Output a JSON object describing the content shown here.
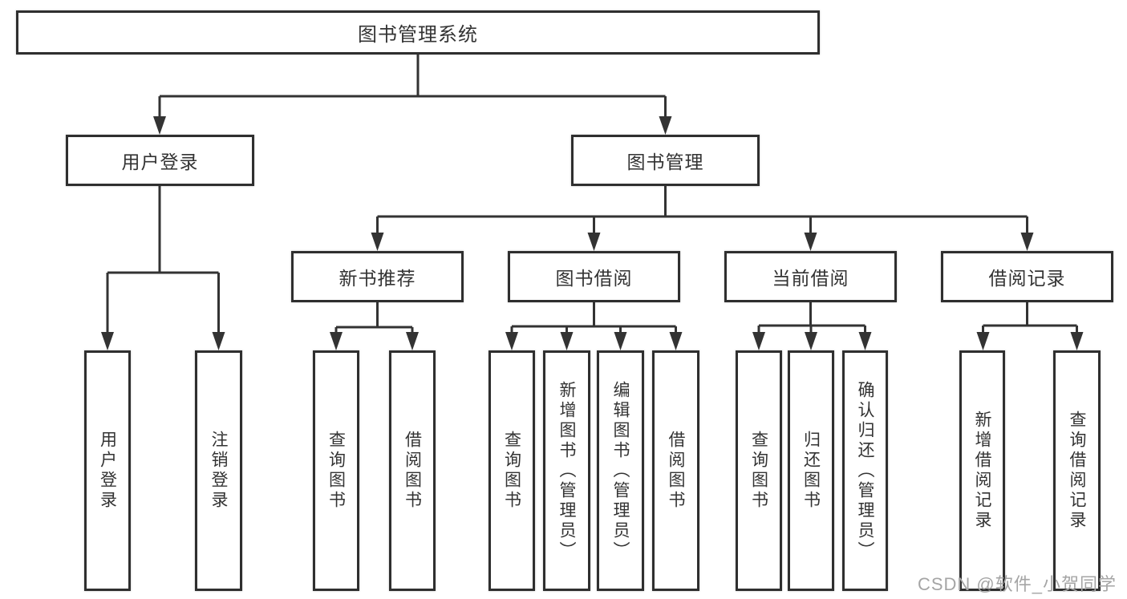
{
  "title": "图书管理系统",
  "watermark": "CSDN @软件_小贺同学",
  "colors": {
    "line": "#333333",
    "box_border": "#2f2f2f",
    "text": "#333333",
    "watermark": "#a5a5a5",
    "background": "#ffffff"
  },
  "nodes": {
    "root": {
      "label": "图书管理系统"
    },
    "level2": [
      {
        "label": "用户登录"
      },
      {
        "label": "图书管理"
      }
    ],
    "level3": [
      {
        "label": "新书推荐",
        "parent": "图书管理"
      },
      {
        "label": "图书借阅",
        "parent": "图书管理"
      },
      {
        "label": "当前借阅",
        "parent": "图书管理"
      },
      {
        "label": "借阅记录",
        "parent": "图书管理"
      }
    ],
    "leaves": [
      {
        "label": "用户登录",
        "parent": "用户登录"
      },
      {
        "label": "注销登录",
        "parent": "用户登录"
      },
      {
        "label": "查询图书",
        "parent": "新书推荐"
      },
      {
        "label": "借阅图书",
        "parent": "新书推荐"
      },
      {
        "label": "查询图书",
        "parent": "图书借阅"
      },
      {
        "label": "新增图书（管理员）",
        "parent": "图书借阅"
      },
      {
        "label": "编辑图书（管理员）",
        "parent": "图书借阅"
      },
      {
        "label": "借阅图书",
        "parent": "图书借阅"
      },
      {
        "label": "查询图书",
        "parent": "当前借阅"
      },
      {
        "label": "归还图书",
        "parent": "当前借阅"
      },
      {
        "label": "确认归还（管理员）",
        "parent": "当前借阅"
      },
      {
        "label": "新增借阅记录",
        "parent": "借阅记录"
      },
      {
        "label": "查询借阅记录",
        "parent": "借阅记录"
      }
    ]
  }
}
